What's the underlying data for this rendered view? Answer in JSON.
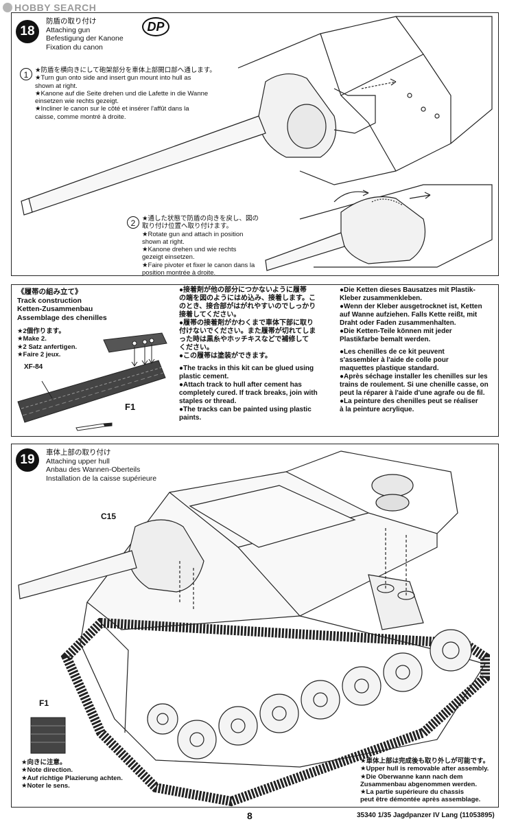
{
  "header": {
    "logo_text": "HOBBY SEARCH"
  },
  "step18": {
    "number": "18",
    "badge": "DP",
    "title_lines": [
      "防盾の取り付け",
      "Attaching gun",
      "Befestigung der Kanone",
      "Fixation du canon"
    ],
    "sub1": {
      "number": "1",
      "lines": [
        "★防盾を横向きにして砲架部分を車体上部開口部へ通します。",
        "★Turn gun onto side and insert gun mount into hull as",
        "shown at right.",
        "★Kanone auf die Seite drehen und die Lafette in die Wanne",
        "einsetzen wie rechts gezeigt.",
        "★Incliner le canon sur le côté et insérer l'affût dans la",
        "caisse, comme montré à droite."
      ]
    },
    "sub2": {
      "number": "2",
      "lines": [
        "★通した状態で防盾の向きを戻し、図の",
        "取り付け位置へ取り付けます。",
        "★Rotate gun and attach in position",
        "shown at right.",
        "★Kanone drehen und wie rechts",
        "gezeigt einsetzen.",
        "★Faire pivoter et fixer le canon dans la",
        "position montrée à droite."
      ]
    }
  },
  "tracks": {
    "title_lines": [
      "《履帯の組み立て》",
      "Track construction",
      "Ketten-Zusammenbau",
      "Assemblage des chenilles"
    ],
    "make_lines": [
      "★2個作ります。",
      "★Make 2.",
      "★2 Satz anfertigen.",
      "★Faire 2 jeux."
    ],
    "paint_label": "XF-84",
    "part_label": "F1",
    "col_jp_en": [
      "●接着剤が他の部分につかないように履帯",
      "の端を図のようにはめ込み、接着します。こ",
      "のとき、接合部がはがれやすいのでしっかり",
      "接着してください。",
      "●履帯の接着剤がかわくまで車体下部に取り",
      "付けないでください。また履帯が切れてしま",
      "った時は黒糸やホッチキスなどで補修して",
      "ください。",
      "●この履帯は塗装ができます。",
      "●The tracks in this kit can be glued using",
      "plastic cement.",
      "●Attach track to hull after cement has",
      "completely cured. If track breaks, join with",
      "staples or thread.",
      "●The tracks can be painted using plastic",
      "paints."
    ],
    "col_de_fr": [
      "●Die Ketten dieses Bausatzes mit Plastik-",
      "Kleber zusammenkleben.",
      "●Wenn der Kleber ausgetrocknet ist, Ketten",
      "auf Wanne aufziehen. Falls Kette reißt, mit",
      "Draht oder Faden zusammenhalten.",
      "●Die Ketten-Teile können mit jeder",
      "Plastikfarbe bemalt werden.",
      "●Les chenilles de ce kit peuvent",
      "s'assembler à l'aide de colle pour",
      "maquettes plastique standard.",
      "●Après séchage installer les chenilles sur les",
      "trains de roulement. Si une chenille casse, on",
      "peut la réparer à l'aide d'une agrafe ou de fil.",
      "●La peinture des chenilles peut se réaliser",
      "à la peinture acrylique."
    ]
  },
  "step19": {
    "number": "19",
    "title_lines": [
      "車体上部の取り付け",
      "Attaching upper hull",
      "Anbau des Wannen-Oberteils",
      "Installation de la caisse supérieure"
    ],
    "part_c15": "C15",
    "part_f1": "F1",
    "direction_lines": [
      "★向きに注意。",
      "★Note direction.",
      "★Auf richtige Plazierung achten.",
      "★Noter le sens."
    ],
    "removable_lines": [
      "★車体上部は完成後も取り外しが可能です。",
      "★Upper hull is removable after assembly.",
      "★Die Oberwanne kann nach dem",
      "Zusammenbau abgenommen werden.",
      "★La partie supérieure du chassis",
      "peut être démontée après assemblage."
    ]
  },
  "footer": {
    "page_number": "8",
    "kit_info": "35340 1/35 Jagdpanzer IV Lang (11053895)"
  }
}
